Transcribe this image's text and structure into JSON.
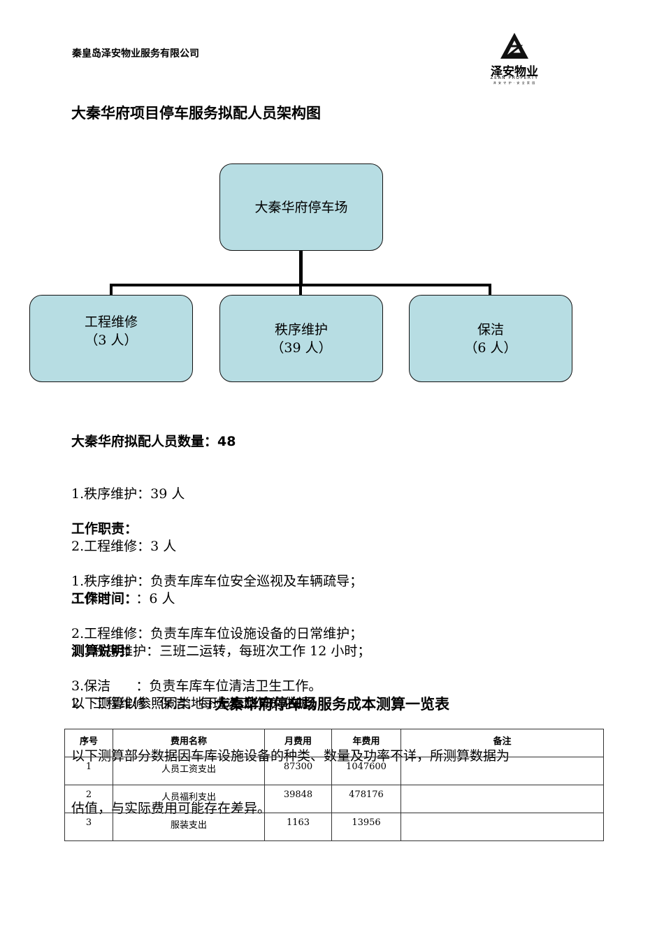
{
  "header": {
    "company": "秦皇岛泽安物业服务有限公司",
    "logo_text": "泽安物业",
    "logo_sub": "ZEAN PROPERTY",
    "logo_tiny": "泽 安 守 护 · 安 全 家 园"
  },
  "title": "大秦华府项目停车服务拟配人员架构图",
  "org": {
    "root": "大秦华府停车场",
    "children": [
      {
        "name": "工程维修",
        "count": "（3 人）"
      },
      {
        "name": "秩序维护",
        "count": "（39 人）"
      },
      {
        "name": "保洁",
        "count": "（6 人）"
      }
    ]
  },
  "staff": {
    "heading": "大秦华府拟配人员数量：48",
    "lines": [
      "1.秩序维护：39 人",
      "2.工程维修：3 人",
      "3.保洁      ：6 人"
    ]
  },
  "duties": {
    "heading": "工作职责：",
    "lines": [
      "1.秩序维护：负责车库车位安全巡视及车辆疏导；",
      "2.工程维修：负责车库车位设施设备的日常维护；",
      "3.保洁      ：负责车库车位清洁卫生工作。"
    ]
  },
  "hours": {
    "heading": "工作时间：",
    "lines": [
      "1、秩序维护：三班二运转，每班次工作 12 小时；",
      "2、工程维修、保洁：每班次工作 8 小时。"
    ]
  },
  "notes": {
    "heading": "测算说明：",
    "lines": [
      "以下测算以参照同类地下车库测算为依据；",
      "以下测算部分数据因车库设施设备的种类、数量及功率不详，所测算数据为",
      "估值，与实际费用可能存在差异。"
    ]
  },
  "cost_table": {
    "title": "大秦华府停车场服务成本测算一览表",
    "headers": [
      "序号",
      "费用名称",
      "月费用",
      "年费用",
      "备注"
    ],
    "rows": [
      [
        "1",
        "人员工资支出",
        "87300",
        "1047600",
        ""
      ],
      [
        "2",
        "人员福利支出",
        "39848",
        "478176",
        ""
      ],
      [
        "3",
        "服装支出",
        "1163",
        "13956",
        ""
      ]
    ]
  }
}
